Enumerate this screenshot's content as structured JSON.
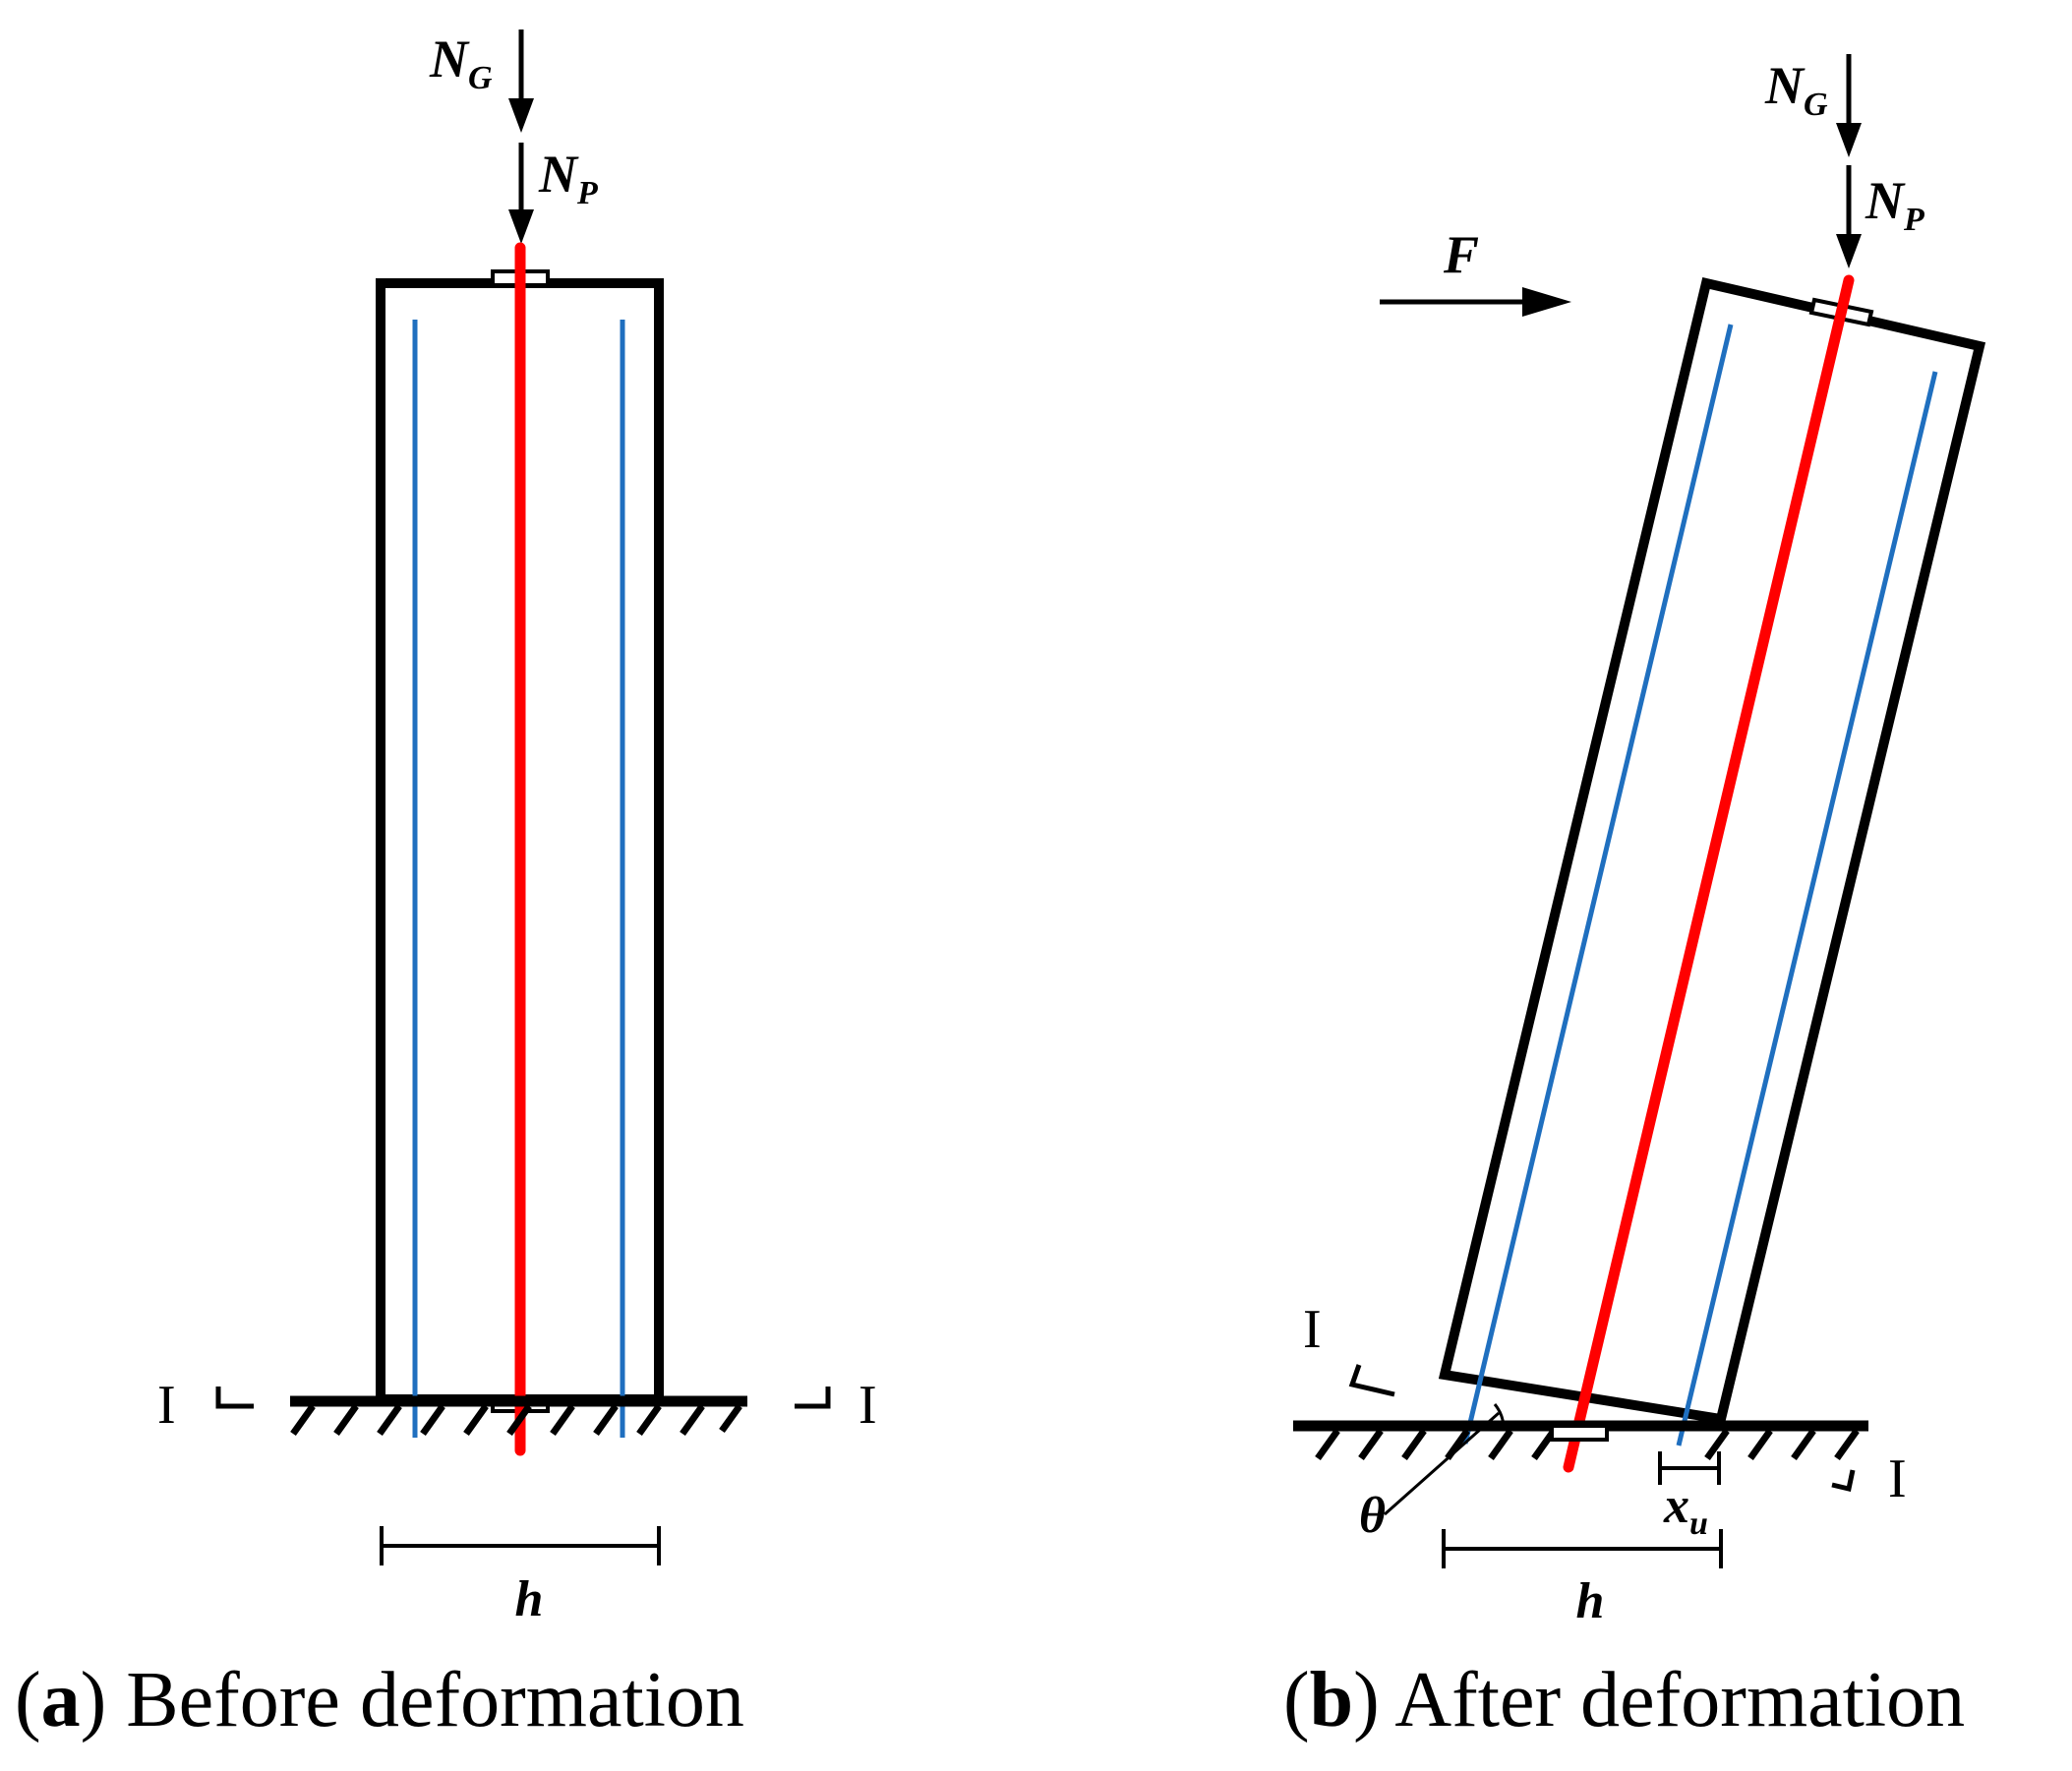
{
  "panel_a": {
    "loads": {
      "n_g": "N",
      "n_g_sub": "G",
      "n_p": "N",
      "n_p_sub": "P"
    },
    "section_label_left": "I",
    "section_label_right": "I",
    "dimension_label": "h",
    "caption_paren_open": "(",
    "caption_letter": "a",
    "caption_paren_close": ")",
    "caption_text": " Before deformation"
  },
  "panel_b": {
    "loads": {
      "n_g": "N",
      "n_g_sub": "G",
      "n_p": "N",
      "n_p_sub": "P"
    },
    "force_label": "F",
    "section_label_left": "I",
    "section_label_right": "I",
    "angle_label": "θ",
    "xu_label": "x",
    "xu_sub": "u",
    "dimension_label": "h",
    "caption_paren_open": "(",
    "caption_letter": "b",
    "caption_paren_close": ")",
    "caption_text": " After deformation"
  },
  "colors": {
    "outline": "#000000",
    "tendon": "#ff0000",
    "rebar": "#1f6fbf"
  }
}
